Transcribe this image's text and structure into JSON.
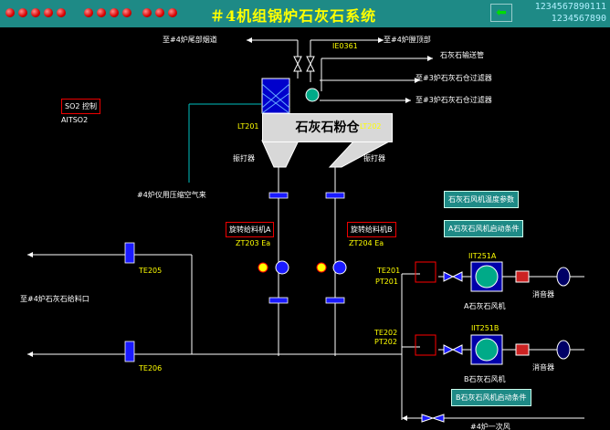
{
  "header": {
    "title": "＃4机组锅炉石灰石系统",
    "code1": "1234567890111",
    "code2": "1234567890",
    "back_icon": "green-left-arrow-icon",
    "led_color": "#d80000"
  },
  "silo": {
    "label": "石灰石粉仓"
  },
  "labels": {
    "to_boiler4_tail": "至#4炉尾部烟道",
    "ie0361": "IE0361",
    "to_boiler4_top": "至#4炉膛顶部",
    "limestone_conveyor": "石灰石输送管",
    "to_b3_filter_a": "至#3炉石灰石仓过滤器",
    "to_b3_filter_b": "至#3炉石灰石仓过滤器",
    "so2_control": "SO2 控制",
    "aitso2": "AITSO2",
    "lt201": "LT201",
    "lt202": "LT202",
    "vibrator_left": "振打器",
    "vibrator_right": "振打器",
    "instrument_air": "#4炉仪用压缩空气来",
    "rotary_feeder_a": "旋转给料机A",
    "rotary_feeder_b": "旋转给料机B",
    "zt203": "ZT203",
    "zt204": "ZT204",
    "te205": "TE205",
    "te206": "TE206",
    "to_feed_port": "至#4炉石灰石给料口",
    "te201": "TE201",
    "pt201": "PT201",
    "te202": "TE202",
    "pt202": "PT202",
    "iit251a": "IIT251A",
    "iit251b": "IIT251B",
    "fan_a": "A石灰石风机",
    "fan_b": "B石灰石风机",
    "silencer_a": "消音器",
    "silencer_b": "消音器",
    "bottom_air": "#4炉一次风",
    "zt203_tag": "Ea",
    "zt204_tag": "Ea"
  },
  "buttons": {
    "fan_temp_params": "石灰石风机温度参数",
    "fan_a_interlock": "A石灰石风机启动条件",
    "fan_b_interlock": "B石灰石风机启动条件"
  },
  "colors": {
    "pipe": "#ffffff",
    "air_pipe": "#00c0c0",
    "valve": "#0000ff",
    "accent": "#1e8a86",
    "text_yellow": "#ffff00"
  }
}
